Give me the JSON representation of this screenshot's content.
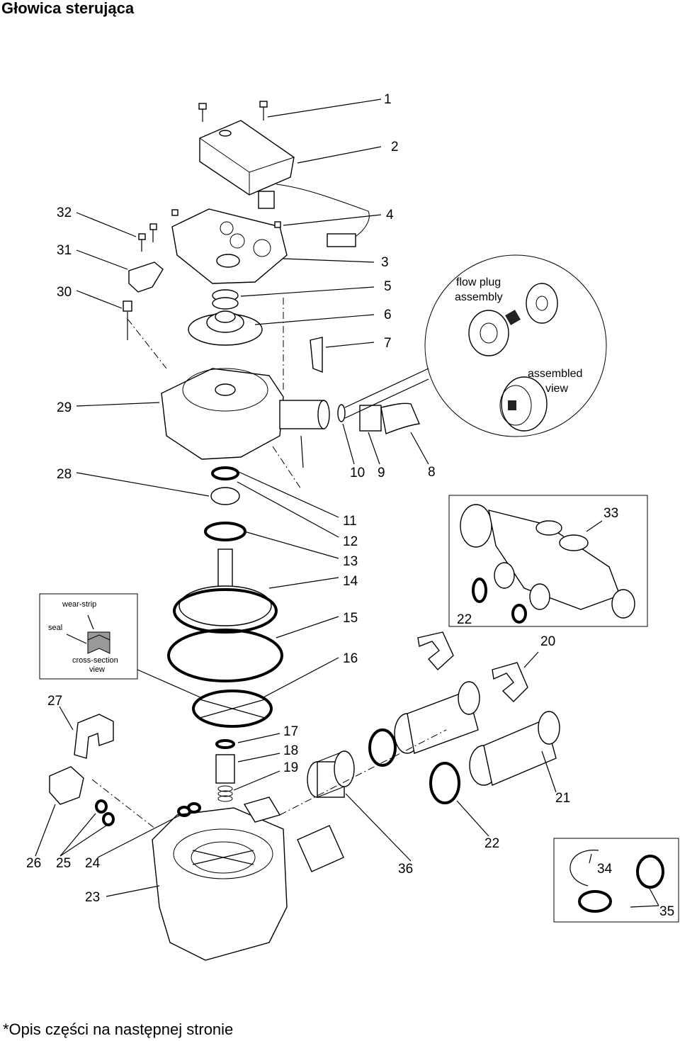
{
  "page": {
    "title": "Głowica sterująca",
    "footer": "*Opis części na następnej stronie"
  },
  "callouts": {
    "c1": "1",
    "c2": "2",
    "c3": "3",
    "c4": "4",
    "c5": "5",
    "c6": "6",
    "c7": "7",
    "c8": "8",
    "c9": "9",
    "c10": "10",
    "c11": "11",
    "c12": "12",
    "c13": "13",
    "c14": "14",
    "c15": "15",
    "c16": "16",
    "c17": "17",
    "c18": "18",
    "c19": "19",
    "c20": "20",
    "c21": "21",
    "c22a": "22",
    "c22b": "22",
    "c23": "23",
    "c24": "24",
    "c25": "25",
    "c26": "26",
    "c27": "27",
    "c28": "28",
    "c29": "29",
    "c30": "30",
    "c31": "31",
    "c32": "32",
    "c33": "33",
    "c34": "34",
    "c35": "35",
    "c36": "36"
  },
  "insets": {
    "flow_plug": {
      "line1": "flow plug",
      "line2": "assembly",
      "assembled1": "assembled",
      "assembled2": "view"
    },
    "cross_section": {
      "wear_strip": "wear-strip",
      "seal": "seal",
      "cs1": "cross-section",
      "cs2": "view"
    }
  }
}
